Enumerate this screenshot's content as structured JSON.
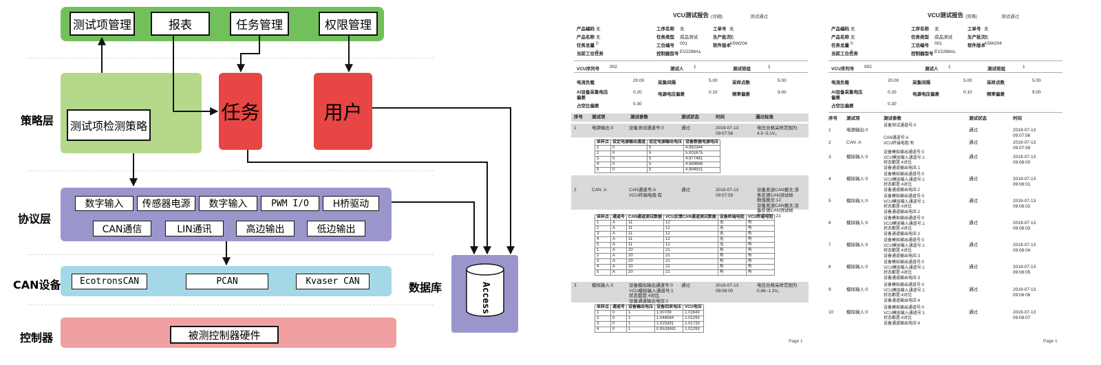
{
  "diagram": {
    "layers": {
      "strategy": "策略层",
      "protocol": "协议层",
      "can": "CAN设备",
      "controller": "控制器",
      "database": "数据库"
    },
    "top_boxes": [
      "测试项管理",
      "报表",
      "任务管理",
      "权限管理"
    ],
    "strategy_box": "测试项检测策略",
    "task": "任务",
    "user": "用户",
    "protocol_row1": [
      "数字输入",
      "传感器电源",
      "数字输入",
      "PWM I/O",
      "H桥驱动"
    ],
    "protocol_row2": [
      "CAN通信",
      "LIN通讯",
      "高边输出",
      "低边输出"
    ],
    "can_devices": [
      "EcotronsCAN",
      "PCAN",
      "Kvaser CAN"
    ],
    "controller_box": "被测控制器硬件",
    "db_name": "Access",
    "colors": {
      "green": "#72c05b",
      "light_green": "#b5d98a",
      "red": "#e84545",
      "purple": "#9a96cc",
      "cyan": "#a5d8e6",
      "pink": "#f0a0a0"
    }
  },
  "report_detail": {
    "title": "VCU测试报告",
    "mode": "(详细)",
    "status": "测试通过",
    "info": [
      [
        "产品编码",
        "无",
        "工序名称",
        "无",
        "工单号",
        "无"
      ],
      [
        "产品名称",
        "无",
        "任务类型",
        "成品测试",
        "生产批次",
        "无"
      ],
      [
        "任务总量",
        "0",
        "工位编号",
        "001",
        "软件版本",
        "ASW204"
      ],
      [
        "当前工位任务",
        "0",
        "控制器型号",
        "EV2286AL",
        "",
        ""
      ]
    ],
    "serial_label": "VCU序列号",
    "serial": "002",
    "tester_label": "测试人",
    "tester": "1",
    "team_label": "测试班组",
    "team": "1",
    "params": [
      [
        "电流负载",
        "20.00",
        "采集间隔",
        "5.00",
        "采样点数",
        "5.00"
      ],
      [
        "AI设备采集电压偏差",
        "0.20",
        "电源电压偏差",
        "0.10",
        "频率偏差",
        "9.00"
      ],
      [
        "占空比偏差",
        "0.30",
        "",
        "",
        "",
        ""
      ]
    ],
    "headers": [
      "序号",
      "测试项",
      "测试参数",
      "测试状态",
      "时间",
      "通过标准"
    ],
    "rows": [
      {
        "no": "1",
        "item": "电源输出:0",
        "param": "设备测试通道号:0",
        "state": "通过",
        "time": "2019-07-13\n09:07:56",
        "std": "电压合格采样范围为\n4.5~5.1V。"
      },
      {
        "no": "2",
        "item": "CAN :A",
        "param": "CAN通道号:A\nVCU终端电阻:有",
        "state": "通过",
        "time": "2019-07-13\n09:07:59",
        "std": "设备发送CAN报文,该\n条反馈CAN测试帧\n数值报文:12\n设备发送CAN报文,设\n备反馈CAN测试帧\n数值报文:21"
      },
      {
        "no": "3",
        "item": "模拟输入:0",
        "param": "设备模拟输出通道号:0\nVCU模拟输入通道号:1\n状态都是:4对比\n设备通道输出电压:1",
        "state": "通过",
        "time": "2019-07-13\n09:08:00",
        "std": "电压合格采样范围为\n0.86~1.3V。"
      }
    ],
    "sub1_headers": [
      "采样点",
      "设定电源输出通道",
      "设定电源输出电压",
      "设备数据电源电压"
    ],
    "sub1_rows": [
      [
        "1",
        "0",
        "5",
        "4.992344"
      ],
      [
        "2",
        "0",
        "5",
        "5.001875"
      ],
      [
        "3",
        "0",
        "5",
        "4.977461"
      ],
      [
        "4",
        "0",
        "5",
        "4.989668"
      ],
      [
        "5",
        "0",
        "5",
        "4.994551"
      ]
    ],
    "sub2_headers": [
      "采样点",
      "通道号",
      "CAN通道测试数据",
      "VCU反馈CAN通道测试数据",
      "设备终端电阻",
      "VCU终端电阻"
    ],
    "sub2_rows": [
      [
        "1",
        "A",
        "11",
        "12",
        "无",
        "有"
      ],
      [
        "2",
        "A",
        "11",
        "12",
        "无",
        "有"
      ],
      [
        "3",
        "A",
        "11",
        "12",
        "无",
        "有"
      ],
      [
        "4",
        "A",
        "11",
        "12",
        "无",
        "有"
      ],
      [
        "5",
        "A",
        "11",
        "12",
        "无",
        "有"
      ],
      [
        "1",
        "A",
        "20",
        "21",
        "有",
        "有"
      ],
      [
        "2",
        "A",
        "20",
        "21",
        "有",
        "有"
      ],
      [
        "3",
        "A",
        "20",
        "21",
        "有",
        "有"
      ],
      [
        "4",
        "A",
        "20",
        "21",
        "有",
        "有"
      ],
      [
        "5",
        "A",
        "20",
        "21",
        "有",
        "有"
      ]
    ],
    "sub3_headers": [
      "采样点",
      "通道号",
      "设备输出电压",
      "设备回采电压",
      "VCU电压"
    ],
    "sub3_rows": [
      [
        "1",
        "0",
        "1",
        "1.00708",
        "1.01643"
      ],
      [
        "2",
        "0",
        "1",
        "1.048584",
        "1.01293"
      ],
      [
        "3",
        "0",
        "1",
        "1.025391",
        "1.01733"
      ],
      [
        "4",
        "0",
        "1",
        "0.9533691",
        "1.01293"
      ]
    ],
    "page": "Page 1"
  },
  "report_brief": {
    "title": "VCU测试报告",
    "mode": "(简略)",
    "status": "测试通过",
    "info": [
      [
        "产品编码",
        "无",
        "工序名称",
        "无",
        "工单号",
        "无"
      ],
      [
        "产品名称",
        "无",
        "任务类型",
        "成品测试",
        "生产批次",
        "无"
      ],
      [
        "任务总量",
        "0",
        "工位编号",
        "001",
        "软件版本",
        "ASW204"
      ],
      [
        "当前工位任务",
        "0",
        "控制器型号",
        "EV2286AL",
        "",
        ""
      ]
    ],
    "serial_label": "VCU序列号",
    "serial": "002",
    "tester_label": "测试人",
    "tester": "1",
    "team_label": "测试班组",
    "team": "1",
    "params": [
      [
        "电流负载",
        "20.00",
        "采集间隔",
        "5.00",
        "采样点数",
        "5.00"
      ],
      [
        "AI设备采集电压偏差",
        "0.20",
        "电源电压偏差",
        "0.10",
        "频率偏差",
        "9.00"
      ],
      [
        "占空比偏差",
        "0.30",
        "",
        "",
        "",
        ""
      ]
    ],
    "headers": [
      "序号",
      "测试项",
      "测试参数",
      "测试状态",
      "时间"
    ],
    "rows": [
      {
        "no": "1",
        "item": "电源输出:0",
        "param": "设备测试通道号:0",
        "state": "通过",
        "time": "2019-07-13\n09:07:56"
      },
      {
        "no": "2",
        "item": "CAN :A",
        "param": "CAN通道号:A\nVCU终端电阻:有",
        "state": "通过",
        "time": "2019-07-13\n09:07:59"
      },
      {
        "no": "3",
        "item": "模拟输入:0",
        "param": "设备模拟输出通道号:0\nVCU模拟输入通道号:1\n状态都是:4对比\n设备通道输出电压:1",
        "state": "通过",
        "time": "2019-07-13\n09:08:00"
      },
      {
        "no": "4",
        "item": "模拟输入:0",
        "param": "设备模拟输出通道号:0\nVCU模拟输入通道号:1\n状态都是:4对比\n设备通道输出电压:2",
        "state": "通过",
        "time": "2019-07-13\n09:08:01"
      },
      {
        "no": "5",
        "item": "模拟输入:0",
        "param": "设备模拟输出通道号:0\nVCU模拟输入通道号:1\n状态都是:4对比\n设备通道输出电压:2",
        "state": "通过",
        "time": "2019-07-13\n09:08:02"
      },
      {
        "no": "6",
        "item": "模拟输入:0",
        "param": "设备模拟输出通道号:0\nVCU模拟输入通道号:1\n状态都是:4对比\n设备通道输出电压:2",
        "state": "通过",
        "time": "2019-07-13\n09:08:03"
      },
      {
        "no": "7",
        "item": "模拟输入:0",
        "param": "设备模拟输出通道号:0\nVCU模拟输入通道号:1\n状态都是:4对比\n设备通道输出电压:3",
        "state": "通过",
        "time": "2019-07-13\n09:08:04"
      },
      {
        "no": "8",
        "item": "模拟输入:0",
        "param": "设备模拟输出通道号:0\nVCU模拟输入通道号:1\n状态都是:4对比\n设备通道输出电压:3",
        "state": "通过",
        "time": "2019-07-13\n09:08:05"
      },
      {
        "no": "9",
        "item": "模拟输入:0",
        "param": "设备模拟输出通道号:0\nVCU模拟输入通道号:1\n状态都是:4对比\n设备通道输出电压:4",
        "state": "通过",
        "time": "2019-07-13\n09:08:06"
      },
      {
        "no": "10",
        "item": "模拟输入:0",
        "param": "设备模拟输出通道号:0\nVCU模拟输入通道号:1\n状态都是:4对比\n设备通道输出电压:4",
        "state": "通过",
        "time": "2019-07-13\n09:08:07"
      }
    ],
    "page": "Page 1"
  }
}
